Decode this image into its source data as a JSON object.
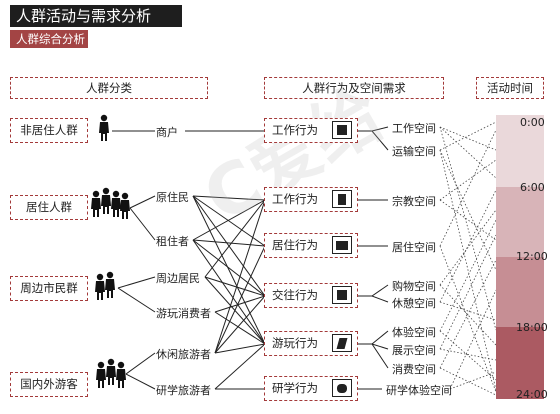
{
  "header": {
    "title": "人群活动与需求分析",
    "subtitle": "人群综合分析"
  },
  "columns": {
    "groups": "人群分类",
    "behaviors": "人群行为及空间需求",
    "time": "活动时间"
  },
  "groups": [
    "非居住人群",
    "居住人群",
    "周边市民群",
    "国内外游客"
  ],
  "subgroups": [
    "商户",
    "原住民",
    "租住者",
    "周边居民",
    "游玩消费者",
    "休闲旅游者",
    "研学旅游者"
  ],
  "behaviors": [
    {
      "label": "工作行为",
      "icon": "worker-icon"
    },
    {
      "label": "工作行为",
      "icon": "prayer-icon"
    },
    {
      "label": "居住行为",
      "icon": "bed-icon"
    },
    {
      "label": "交往行为",
      "icon": "meeting-icon"
    },
    {
      "label": "游玩行为",
      "icon": "play-icon"
    },
    {
      "label": "研学行为",
      "icon": "study-icon"
    }
  ],
  "needs": [
    "工作空间",
    "运输空间",
    "宗教空间",
    "居住空间",
    "购物空间",
    "休憩空间",
    "体验空间",
    "展示空间",
    "消费空间",
    "研学体验空间"
  ],
  "time": {
    "labels": [
      "0:00",
      "6:00",
      "12:00",
      "18:00",
      "24:00"
    ],
    "colors": [
      "#ead8da",
      "#d8b4b8",
      "#c68e94",
      "#ab5a62"
    ]
  },
  "watermark": "C爱给"
}
